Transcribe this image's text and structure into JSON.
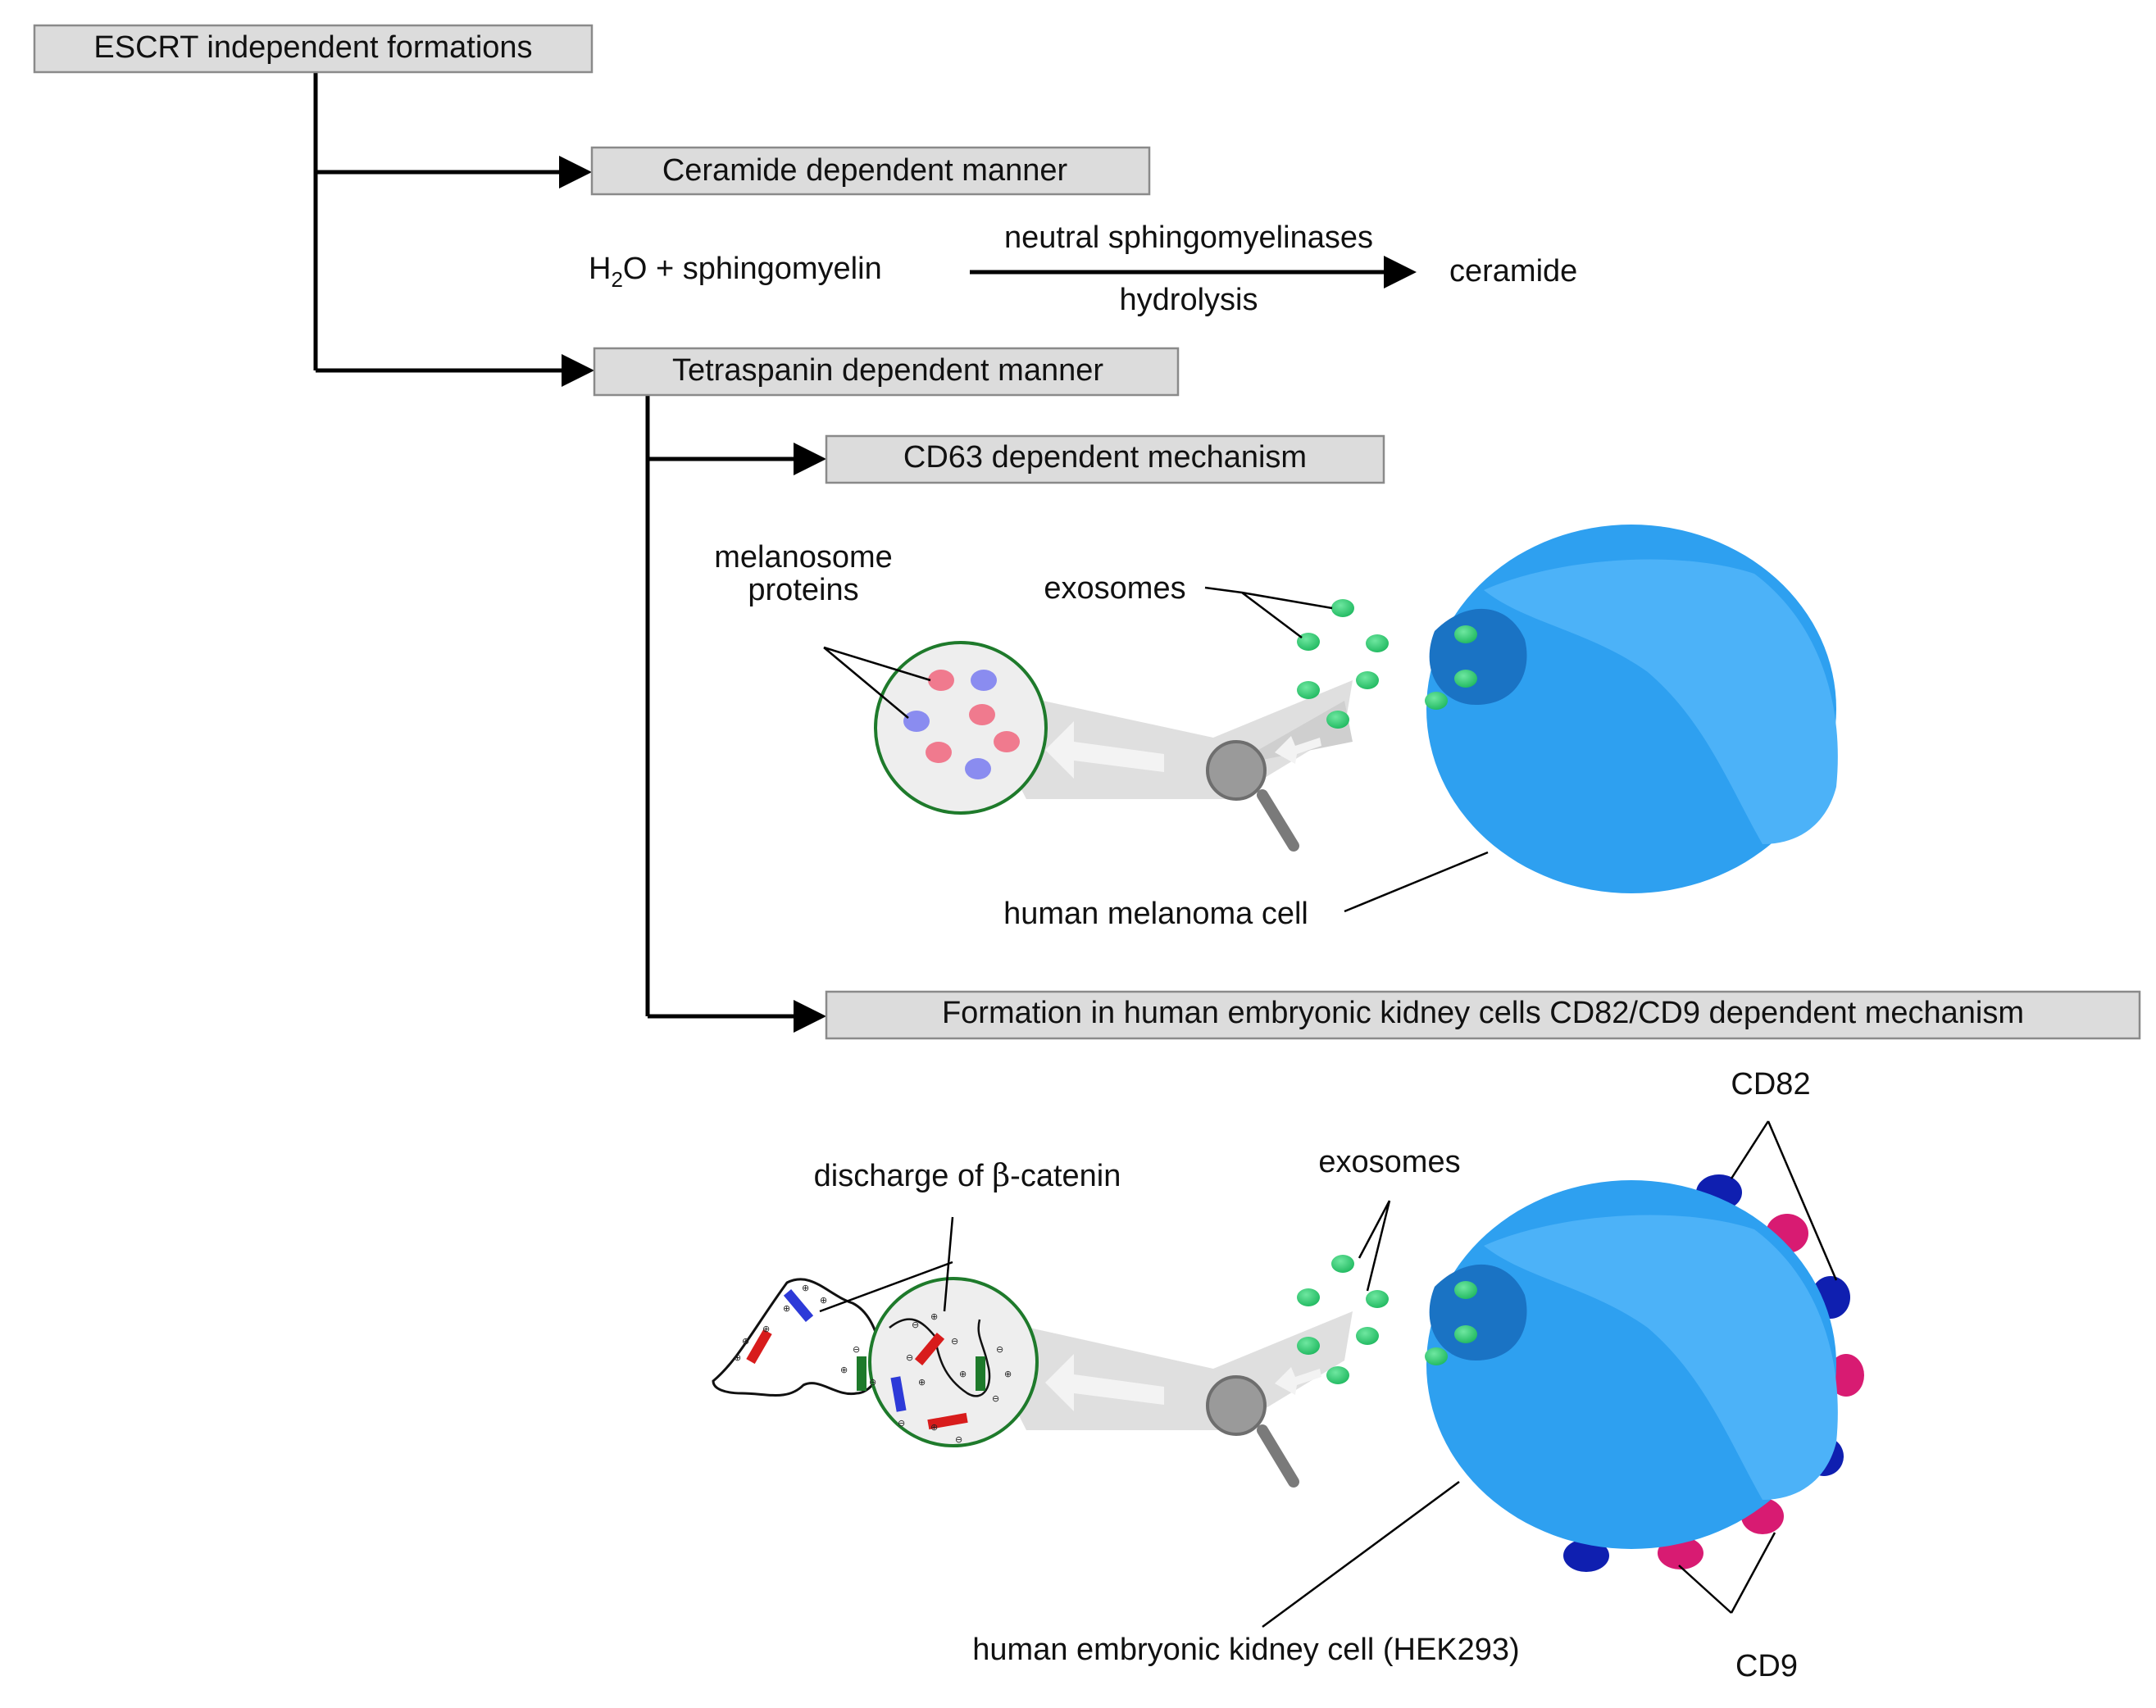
{
  "boxes": {
    "escrt": "ESCRT independent formations",
    "ceramide": "Ceramide dependent manner",
    "tetraspanin": "Tetraspanin dependent manner",
    "cd63": "CD63 dependent mechanism",
    "hek": "Formation in human embryonic kidney cells CD82/CD9 dependent mechanism"
  },
  "reaction": {
    "reactant_prefix": "H",
    "reactant_subscript": "2",
    "reactant_rest": "O + sphingomyelin",
    "enzyme": "neutral sphingomyelinases",
    "process": "hydrolysis",
    "product": "ceramide"
  },
  "melanoma_panel": {
    "protein_label_line1": "melanosome",
    "protein_label_line2": "proteins",
    "exosomes_label": "exosomes",
    "cell_label": "human melanoma cell"
  },
  "hek_panel": {
    "catenin_label_prefix": "discharge of ",
    "catenin_label_symbol": "β",
    "catenin_label_suffix": "-catenin",
    "exosomes_label": "exosomes",
    "cd82_label": "CD82",
    "cd9_label": "CD9",
    "cell_label": "human embryonic kidney cell (HEK293)"
  },
  "colors": {
    "box_fill": "#dcdcdc",
    "cell_blue": "#2ea0f0",
    "cell_highlight": "#4cb2f8",
    "nucleus": "#1a73c4",
    "exosome_green": "#2ecc71",
    "protein_red": "#f07a8e",
    "protein_blue": "#8a8cf0",
    "cd82_navy": "#0f1fb0",
    "cd9_magenta": "#d81b72",
    "magnifier_grey": "#8a8a8a"
  },
  "icons": [
    "magnifier-icon",
    "arrow-icon"
  ]
}
